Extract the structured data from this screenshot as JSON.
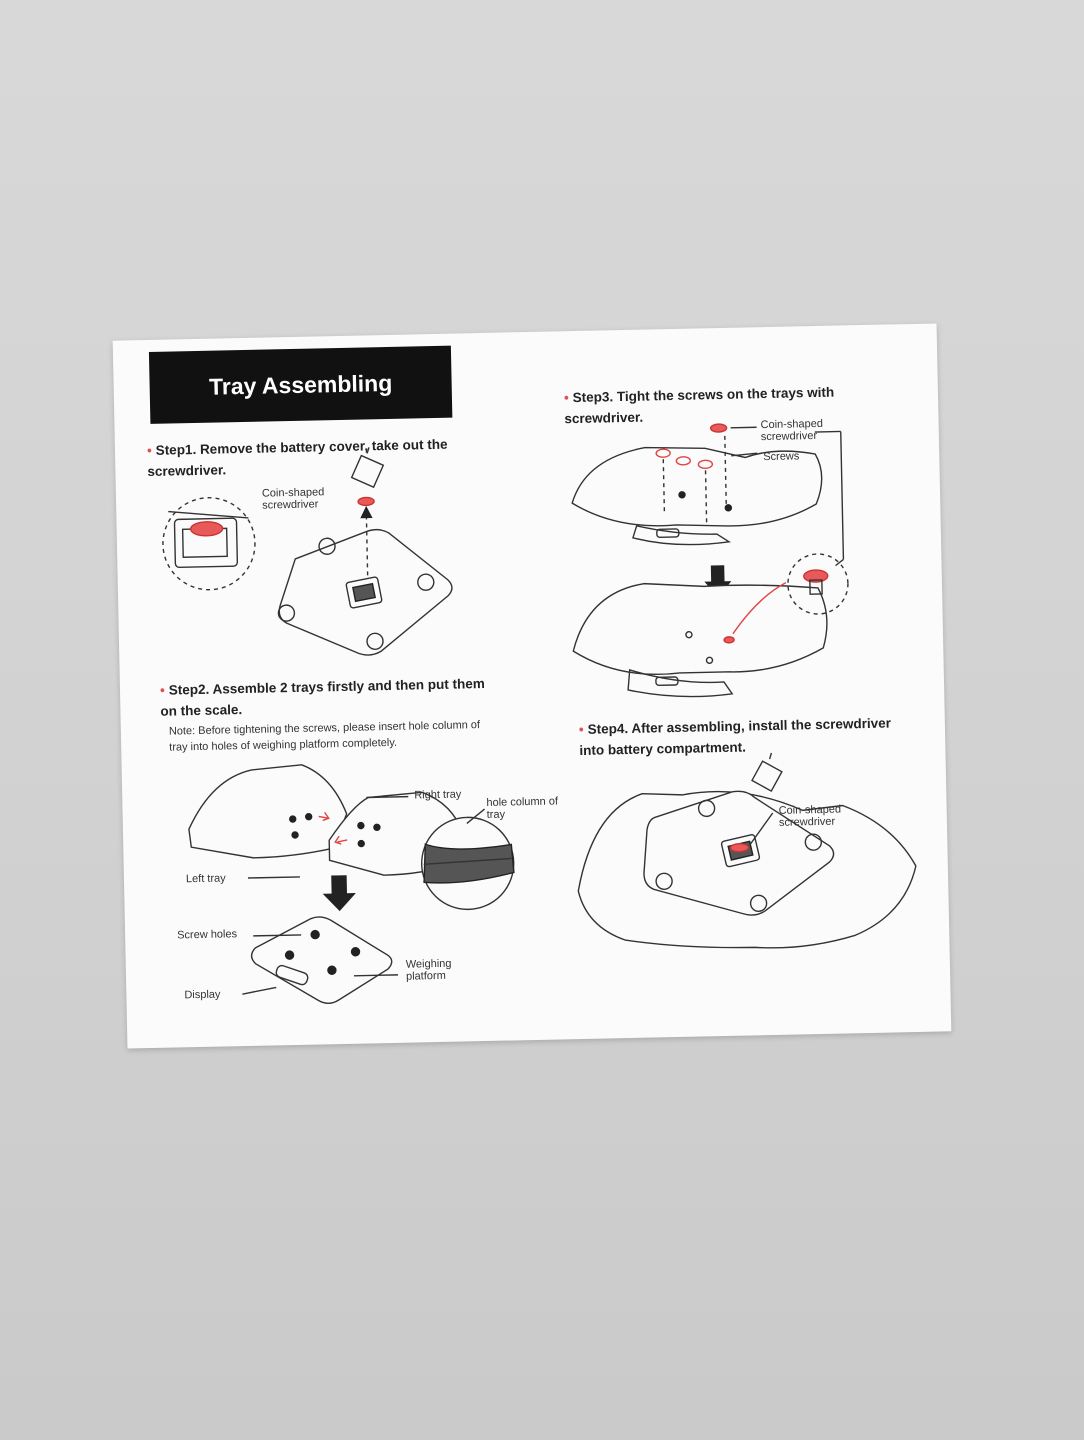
{
  "title": "Tray Assembling",
  "steps": {
    "step1": "Step1. Remove the battery cover, take out the screwdriver.",
    "step2": "Step2. Assemble 2 trays firstly and then put them on the scale.",
    "step2_note": "Note: Before tightening the screws, please insert hole column of tray into holes of weighing platform completely.",
    "step3": "Step3. Tight the screws on the trays with screwdriver.",
    "step4": "Step4. After assembling, install the screwdriver into battery compartment."
  },
  "labels": {
    "coin_screwdriver_1": "Coin-shaped screwdriver",
    "coin_screwdriver_3": "Coin-shaped screwdriver",
    "screws": "Screws",
    "right_tray": "Right tray",
    "hole_column": "hole column of tray",
    "left_tray": "Left tray",
    "screw_holes": "Screw holes",
    "display": "Display",
    "weighing_platform": "Weighing platform",
    "coin_screwdriver_4": "Coin-shaped screwdriver"
  },
  "colors": {
    "accent": "#e05050",
    "title_bg": "#111111",
    "paper": "#fbfbfb",
    "background": "#d4d4d4"
  },
  "icons": [
    "bullet-dot-icon",
    "down-arrow-icon",
    "rotate-arrow-icon"
  ]
}
